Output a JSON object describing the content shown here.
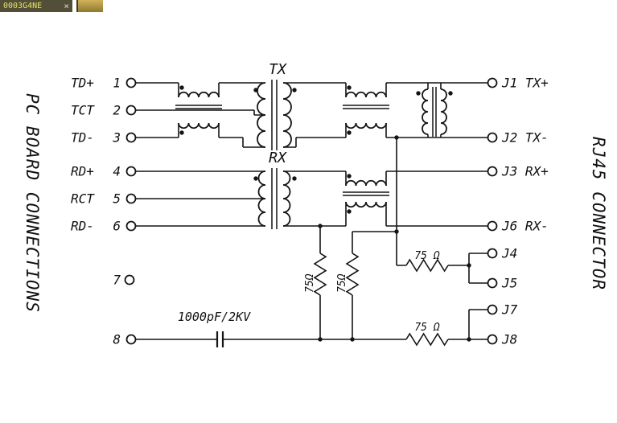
{
  "window": {
    "tabs": [
      {
        "label": "0003G4NE",
        "close": "×"
      },
      {
        "label": ""
      }
    ]
  },
  "titles": {
    "left": "PC BOARD CONNECTIONS",
    "right": "RJ45 CONNECTOR",
    "tx": "TX",
    "rx": "RX"
  },
  "pins": {
    "left": [
      {
        "name": "TD+",
        "num": "1"
      },
      {
        "name": "TCT",
        "num": "2"
      },
      {
        "name": "TD-",
        "num": "3"
      },
      {
        "name": "RD+",
        "num": "4"
      },
      {
        "name": "RCT",
        "num": "5"
      },
      {
        "name": "RD-",
        "num": "6"
      }
    ],
    "nc": {
      "num": "7"
    },
    "gnd": {
      "num": "8"
    },
    "right": [
      "J1 TX+",
      "J2 TX-",
      "J3 RX+",
      "J6 RX-",
      "J4",
      "J5",
      "J7",
      "J8"
    ]
  },
  "components": {
    "cap": "1000pF/2KV",
    "r_vertical": "75Ω",
    "r_horizontal": "75 Ω"
  },
  "colors": {
    "wire": "#141414",
    "background": "#ffffff",
    "tab_bg": "#514f38",
    "tab_text": "#e8e362",
    "tab2_top": "#d2b159",
    "tab2_bottom": "#8d7930"
  }
}
